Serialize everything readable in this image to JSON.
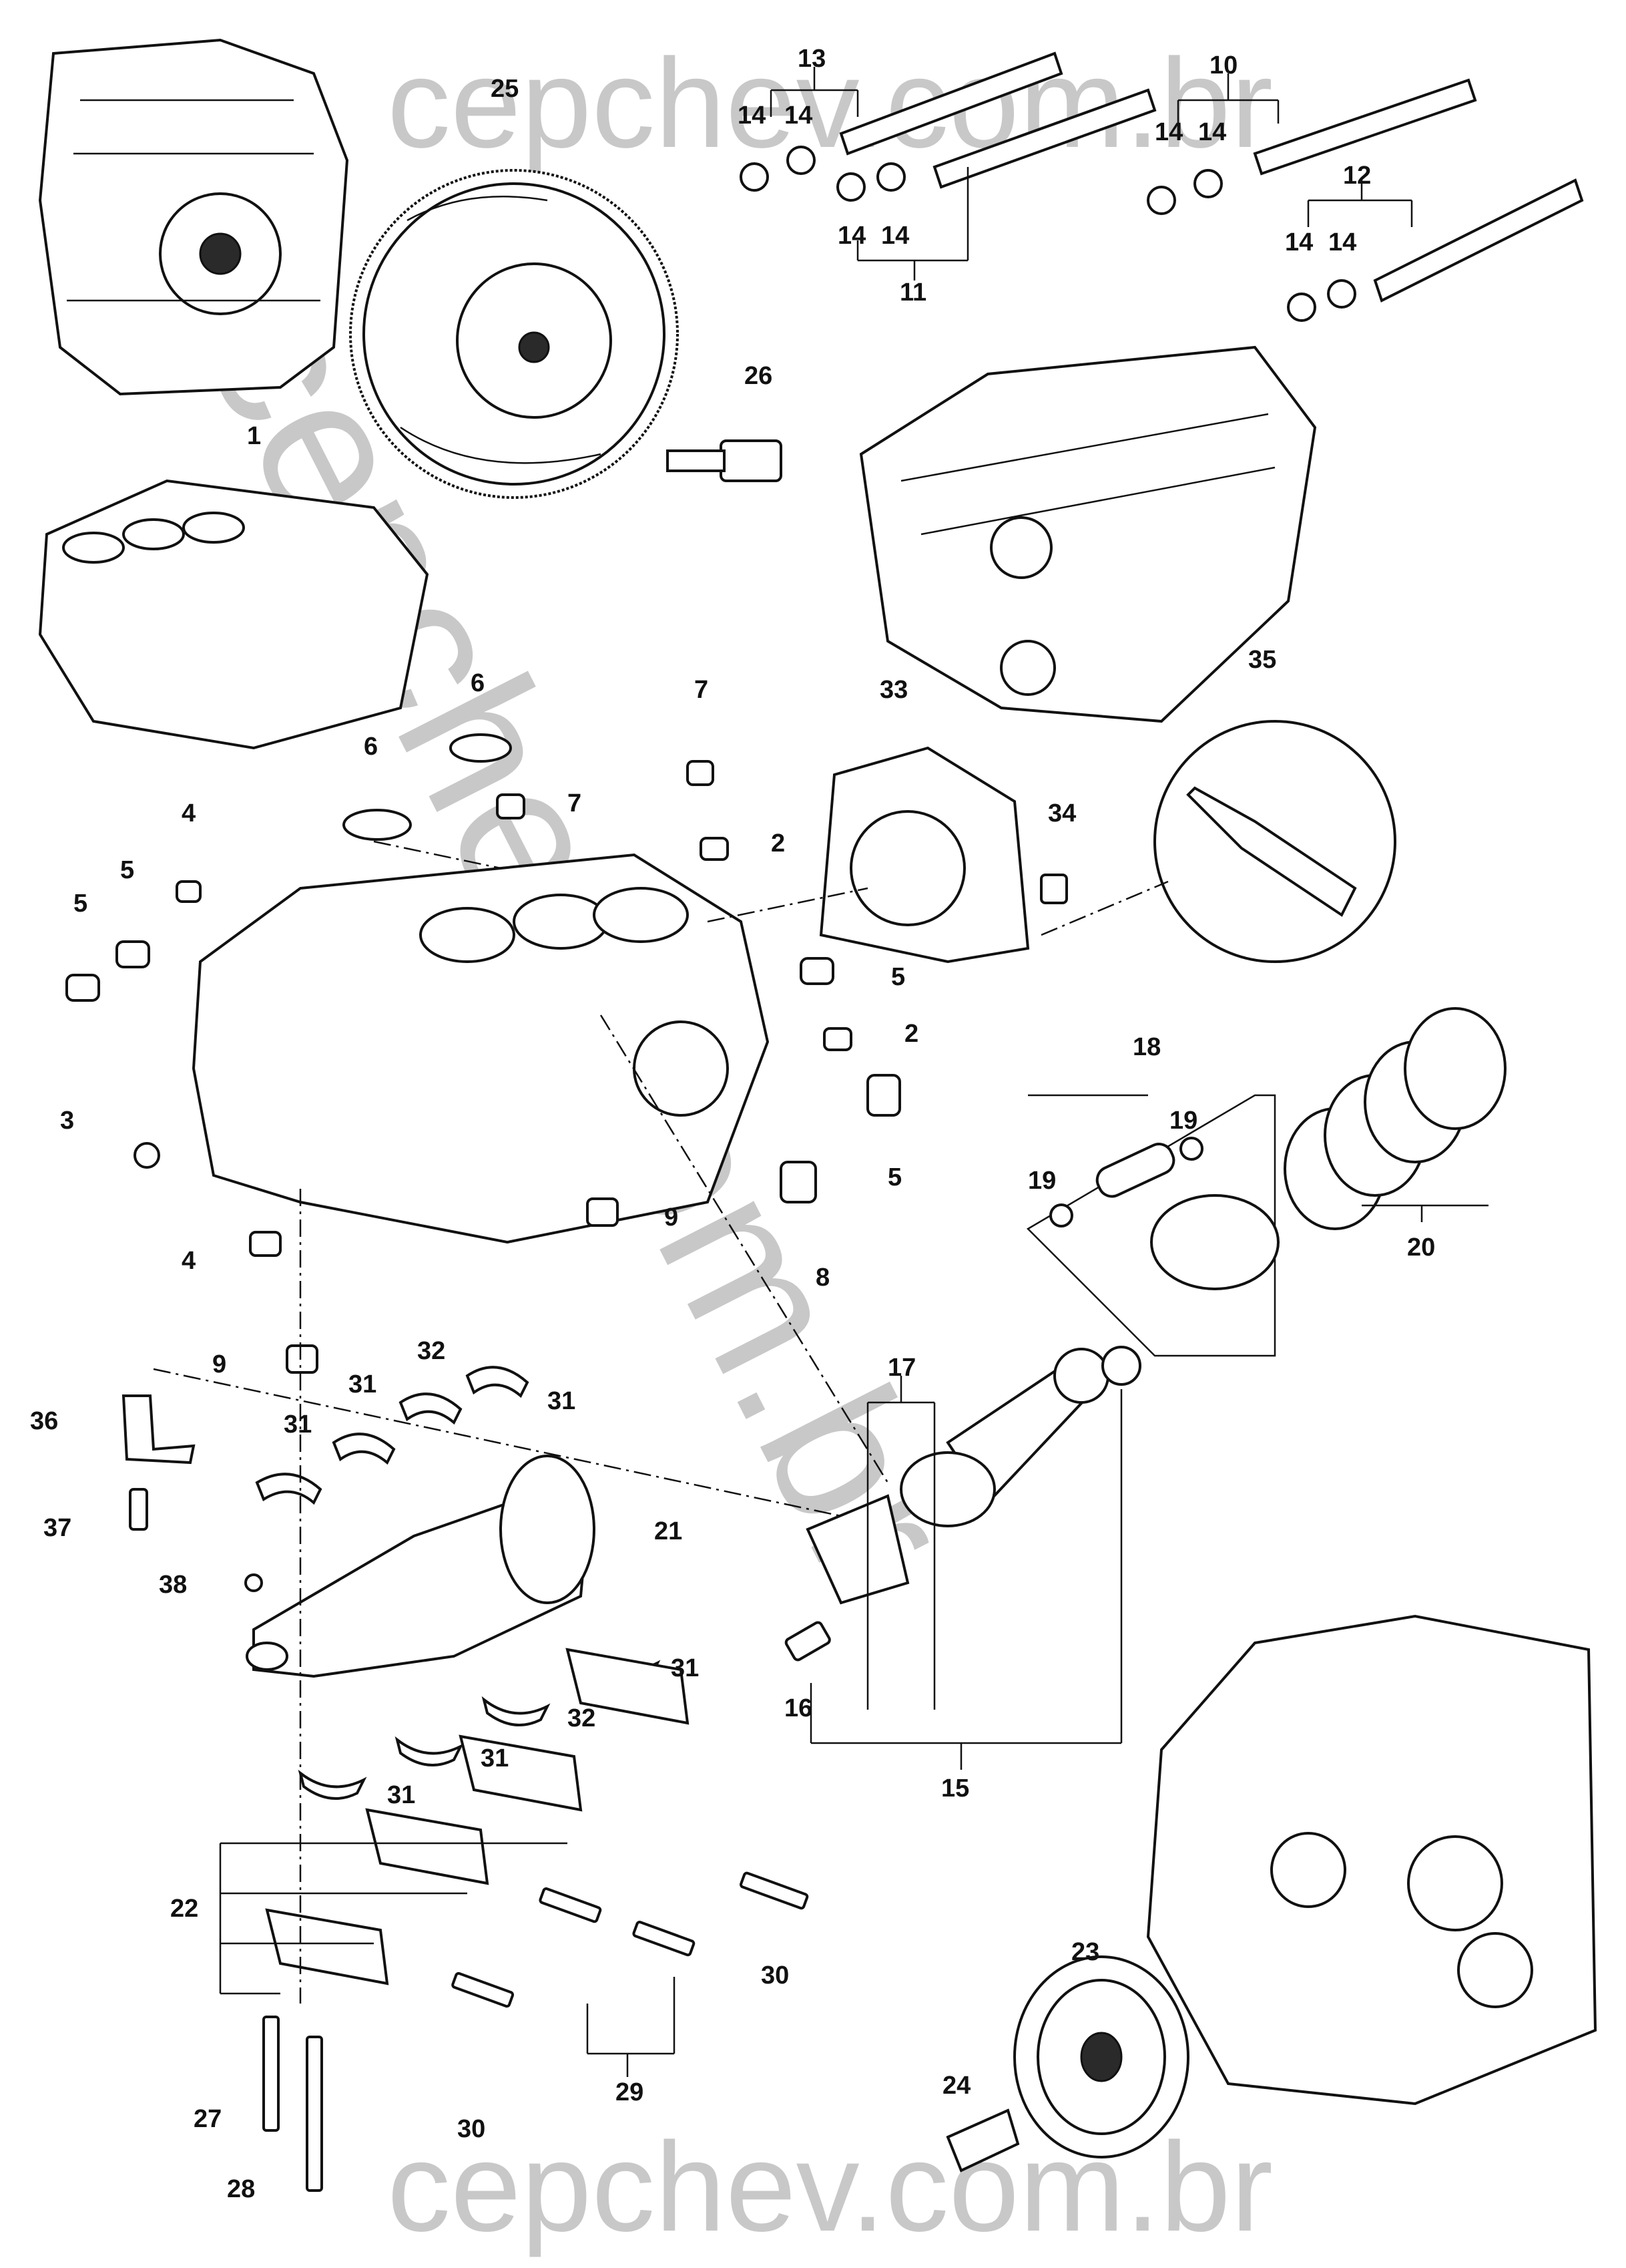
{
  "watermark": {
    "top": "cepchev.com.br",
    "bottom": "cepchev.com.br",
    "diagonal": "cepchev.com.br",
    "color": "#c8c8c8"
  },
  "callouts": [
    "1",
    "2",
    "3",
    "4",
    "5",
    "6",
    "7",
    "8",
    "9",
    "10",
    "11",
    "12",
    "13",
    "14",
    "15",
    "16",
    "17",
    "18",
    "19",
    "20",
    "21",
    "22",
    "23",
    "24",
    "25",
    "26",
    "27",
    "28",
    "29",
    "30",
    "31",
    "32",
    "33",
    "34",
    "35",
    "36",
    "37",
    "38"
  ],
  "colors": {
    "ink": "#111111",
    "background": "#ffffff"
  }
}
